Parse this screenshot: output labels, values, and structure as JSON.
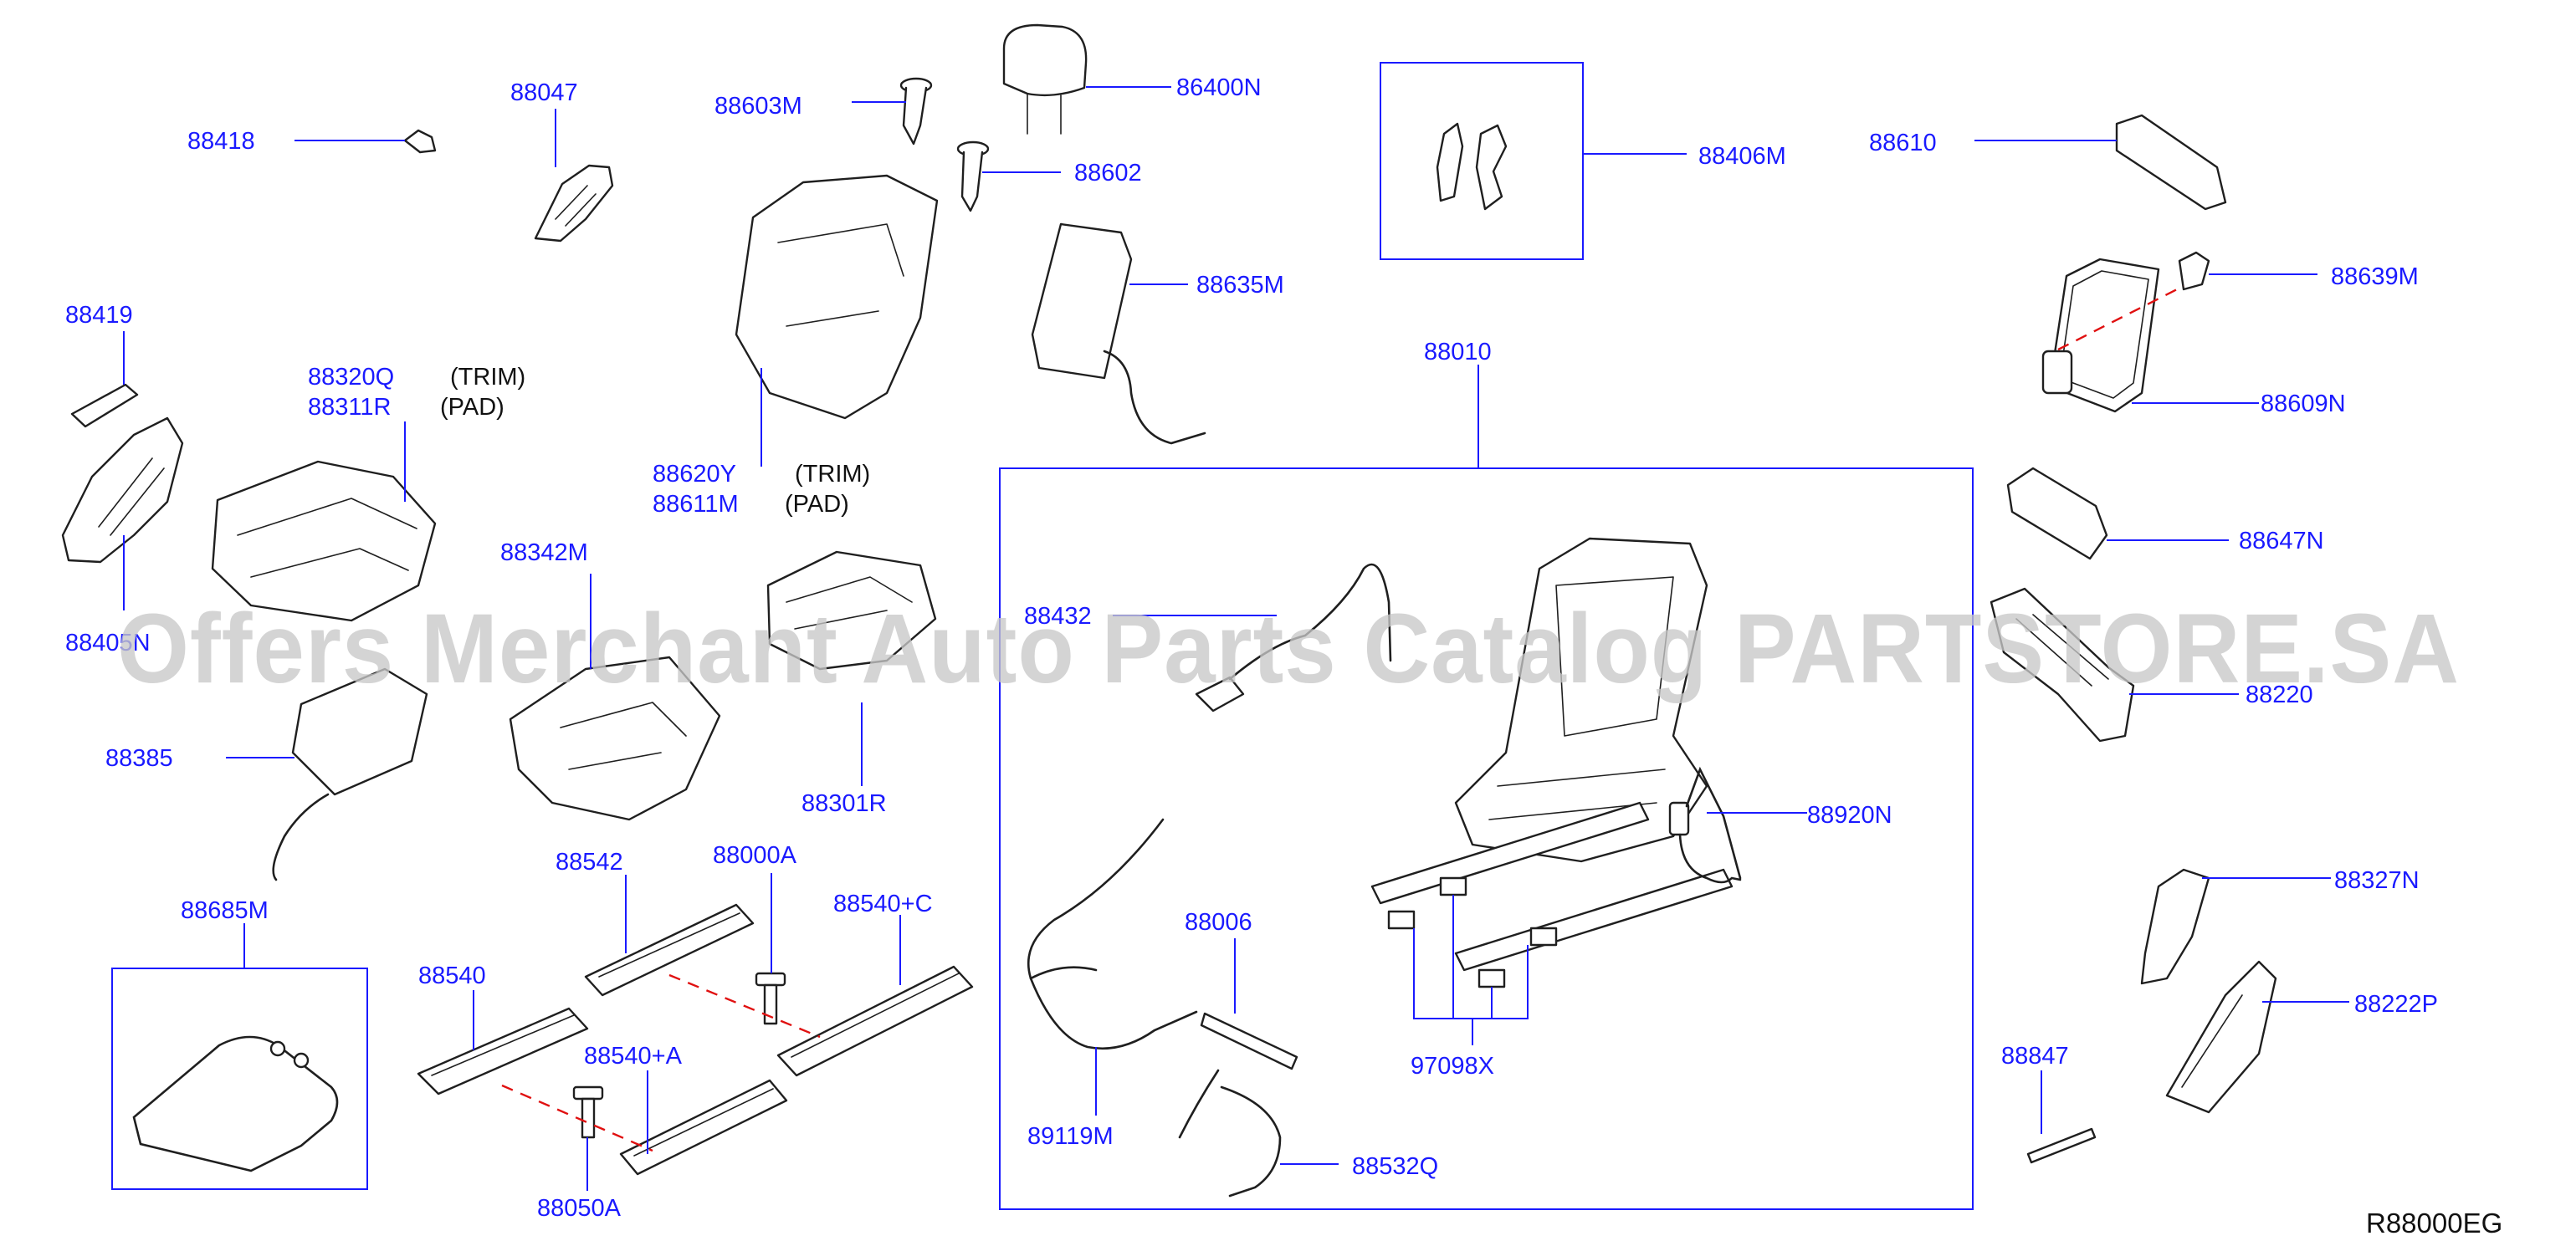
{
  "diagram": {
    "part_numbers": {
      "p88418": "88418",
      "p88047": "88047",
      "p88603M": "88603M",
      "p86400N": "86400N",
      "p88602": "88602",
      "p88406M": "88406M",
      "p88610": "88610",
      "p88639M": "88639M",
      "p88609N": "88609N",
      "p88647N": "88647N",
      "p88220": "88220",
      "p88419": "88419",
      "p88320Q": "88320Q",
      "p88311R": "88311R",
      "p88620Y": "88620Y",
      "p88611M": "88611M",
      "p88635M": "88635M",
      "p88010": "88010",
      "p88405N": "88405N",
      "p88342M": "88342M",
      "p88432": "88432",
      "p88385": "88385",
      "p88301R": "88301R",
      "p88920N": "88920N",
      "p88685M": "88685M",
      "p88542": "88542",
      "p88000A": "88000A",
      "p88540C": "88540+C",
      "p88540": "88540",
      "p88540A": "88540+A",
      "p88006": "88006",
      "p88327N": "88327N",
      "p88222P": "88222P",
      "p88847": "88847",
      "p97098X": "97098X",
      "p89119M": "89119M",
      "p88532Q": "88532Q",
      "p88050A": "88050A"
    },
    "notes": {
      "trim_1": "(TRIM)",
      "pad_1": "(PAD)",
      "trim_2": "(TRIM)",
      "pad_2": "(PAD)"
    },
    "watermark": "Offers Merchant Auto Parts Catalog PARTSTORE.SA",
    "diagram_code": "R88000EG",
    "colors": {
      "label": "#1a1aff",
      "line": "#1f1f1f",
      "dashed": "#e01010",
      "watermark": "#c8c8c8"
    }
  }
}
